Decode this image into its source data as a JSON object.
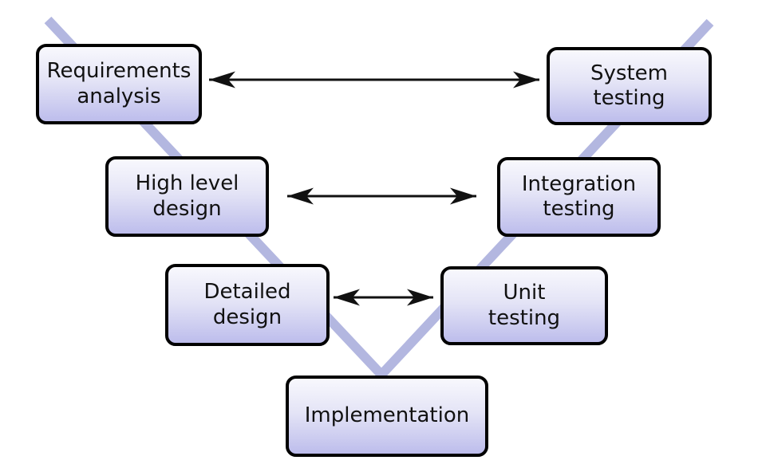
{
  "background": "#ffffff",
  "colors": {
    "box_gradient_top": "#f8f8fd",
    "box_gradient_bottom": "#bdbdec",
    "box_border": "#000000",
    "v_line": "#b3b7e0",
    "arrow": "#111111",
    "text": "#111111"
  },
  "nodes": {
    "requirements": {
      "label": "Requirements\nanalysis"
    },
    "system": {
      "label": "System\ntesting"
    },
    "high_level": {
      "label": "High level\ndesign"
    },
    "integration": {
      "label": "Integration\ntesting"
    },
    "detailed": {
      "label": "Detailed\ndesign"
    },
    "unit": {
      "label": "Unit\ntesting"
    },
    "implementation": {
      "label": "Implementation"
    }
  },
  "arrows": [
    {
      "name": "requirements-system",
      "type": "double-headed"
    },
    {
      "name": "high-level-integration",
      "type": "double-headed"
    },
    {
      "name": "detailed-unit",
      "type": "double-headed"
    }
  ]
}
